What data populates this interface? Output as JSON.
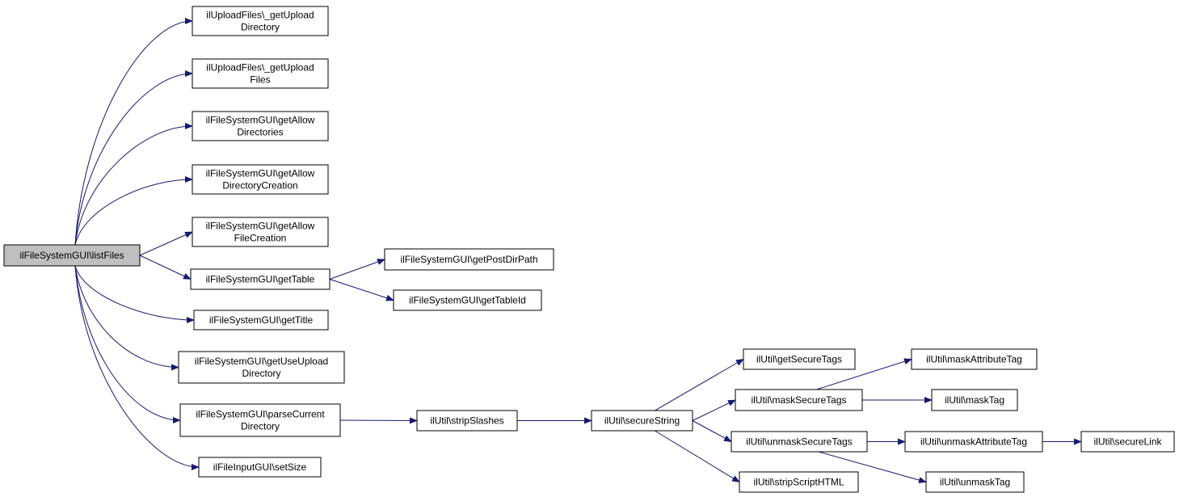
{
  "root": "ilFileSystemGUI\\listFiles",
  "nodes": [
    {
      "id": "listFiles",
      "lines": [
        "ilFileSystemGUI\\listFiles"
      ],
      "root": true
    },
    {
      "id": "getUploadDirectory",
      "lines": [
        "ilUploadFiles\\_getUpload",
        "Directory"
      ]
    },
    {
      "id": "getUploadFiles",
      "lines": [
        "ilUploadFiles\\_getUpload",
        "Files"
      ]
    },
    {
      "id": "getAllowDirectories",
      "lines": [
        "ilFileSystemGUI\\getAllow",
        "Directories"
      ]
    },
    {
      "id": "getAllowDirectoryCreation",
      "lines": [
        "ilFileSystemGUI\\getAllow",
        "DirectoryCreation"
      ]
    },
    {
      "id": "getAllowFileCreation",
      "lines": [
        "ilFileSystemGUI\\getAllow",
        "FileCreation"
      ]
    },
    {
      "id": "getTable",
      "lines": [
        "ilFileSystemGUI\\getTable"
      ]
    },
    {
      "id": "getTitle",
      "lines": [
        "ilFileSystemGUI\\getTitle"
      ]
    },
    {
      "id": "getUseUploadDirectory",
      "lines": [
        "ilFileSystemGUI\\getUseUpload",
        "Directory"
      ]
    },
    {
      "id": "parseCurrentDirectory",
      "lines": [
        "ilFileSystemGUI\\parseCurrent",
        "Directory"
      ]
    },
    {
      "id": "setSize",
      "lines": [
        "ilFileInputGUI\\setSize"
      ]
    },
    {
      "id": "getPostDirPath",
      "lines": [
        "ilFileSystemGUI\\getPostDirPath"
      ]
    },
    {
      "id": "getTableId",
      "lines": [
        "ilFileSystemGUI\\getTableId"
      ]
    },
    {
      "id": "stripSlashes",
      "lines": [
        "ilUtil\\stripSlashes"
      ]
    },
    {
      "id": "secureString",
      "lines": [
        "ilUtil\\secureString"
      ]
    },
    {
      "id": "getSecureTags",
      "lines": [
        "ilUtil\\getSecureTags"
      ]
    },
    {
      "id": "maskSecureTags",
      "lines": [
        "ilUtil\\maskSecureTags"
      ]
    },
    {
      "id": "unmaskSecureTags",
      "lines": [
        "ilUtil\\unmaskSecureTags"
      ]
    },
    {
      "id": "stripScriptHTML",
      "lines": [
        "ilUtil\\stripScriptHTML"
      ]
    },
    {
      "id": "maskAttributeTag",
      "lines": [
        "ilUtil\\maskAttributeTag"
      ]
    },
    {
      "id": "maskTag",
      "lines": [
        "ilUtil\\maskTag"
      ]
    },
    {
      "id": "unmaskAttributeTag",
      "lines": [
        "ilUtil\\unmaskAttributeTag"
      ]
    },
    {
      "id": "unmaskTag",
      "lines": [
        "ilUtil\\unmaskTag"
      ]
    },
    {
      "id": "secureLink",
      "lines": [
        "ilUtil\\secureLink"
      ]
    }
  ],
  "edges": [
    {
      "from": "listFiles",
      "to": "getUploadDirectory"
    },
    {
      "from": "listFiles",
      "to": "getUploadFiles"
    },
    {
      "from": "listFiles",
      "to": "getAllowDirectories"
    },
    {
      "from": "listFiles",
      "to": "getAllowDirectoryCreation"
    },
    {
      "from": "listFiles",
      "to": "getAllowFileCreation"
    },
    {
      "from": "listFiles",
      "to": "getTable"
    },
    {
      "from": "listFiles",
      "to": "getTitle"
    },
    {
      "from": "listFiles",
      "to": "getUseUploadDirectory"
    },
    {
      "from": "listFiles",
      "to": "parseCurrentDirectory"
    },
    {
      "from": "listFiles",
      "to": "setSize"
    },
    {
      "from": "getTable",
      "to": "getPostDirPath"
    },
    {
      "from": "getTable",
      "to": "getTableId"
    },
    {
      "from": "parseCurrentDirectory",
      "to": "stripSlashes"
    },
    {
      "from": "stripSlashes",
      "to": "secureString"
    },
    {
      "from": "secureString",
      "to": "getSecureTags"
    },
    {
      "from": "secureString",
      "to": "maskSecureTags"
    },
    {
      "from": "secureString",
      "to": "unmaskSecureTags"
    },
    {
      "from": "secureString",
      "to": "stripScriptHTML"
    },
    {
      "from": "maskSecureTags",
      "to": "maskAttributeTag"
    },
    {
      "from": "maskSecureTags",
      "to": "maskTag"
    },
    {
      "from": "unmaskSecureTags",
      "to": "unmaskAttributeTag"
    },
    {
      "from": "unmaskSecureTags",
      "to": "unmaskTag"
    },
    {
      "from": "unmaskAttributeTag",
      "to": "secureLink"
    }
  ],
  "colors": {
    "edge": "#191970",
    "node_border": "#000000",
    "node_fill": "#ffffff",
    "root_fill": "#bfbfbf"
  }
}
